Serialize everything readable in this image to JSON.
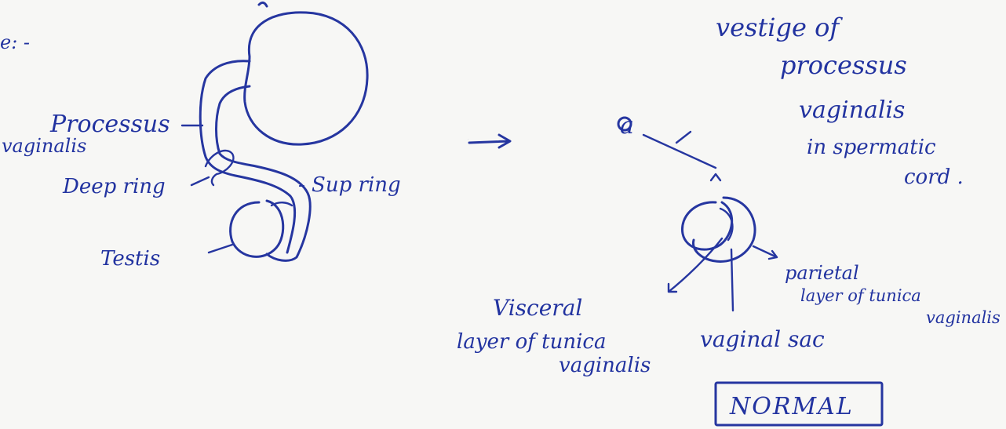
{
  "colors": {
    "ink": "#2636a0",
    "paper": "#f7f7f5"
  },
  "left_diagram": {
    "header_fragment": "e: -",
    "labels": {
      "processus": "Processus",
      "vaginalis": "vaginalis",
      "deep_ring": "Deep ring",
      "sup_ring": "- Sup ring",
      "testis": "Testis"
    }
  },
  "arrow": "→",
  "right_diagram": {
    "letter": "a",
    "vestige": [
      "vestige of",
      "processus",
      "vaginalis",
      "in spermatic",
      "cord ."
    ],
    "parietal": [
      "parietal",
      "layer of tunica",
      "vaginalis"
    ],
    "visceral": [
      "Visceral",
      "layer of tunica",
      "vaginalis"
    ],
    "vaginal_sac": "vaginal sac",
    "status": "NORMAL"
  }
}
